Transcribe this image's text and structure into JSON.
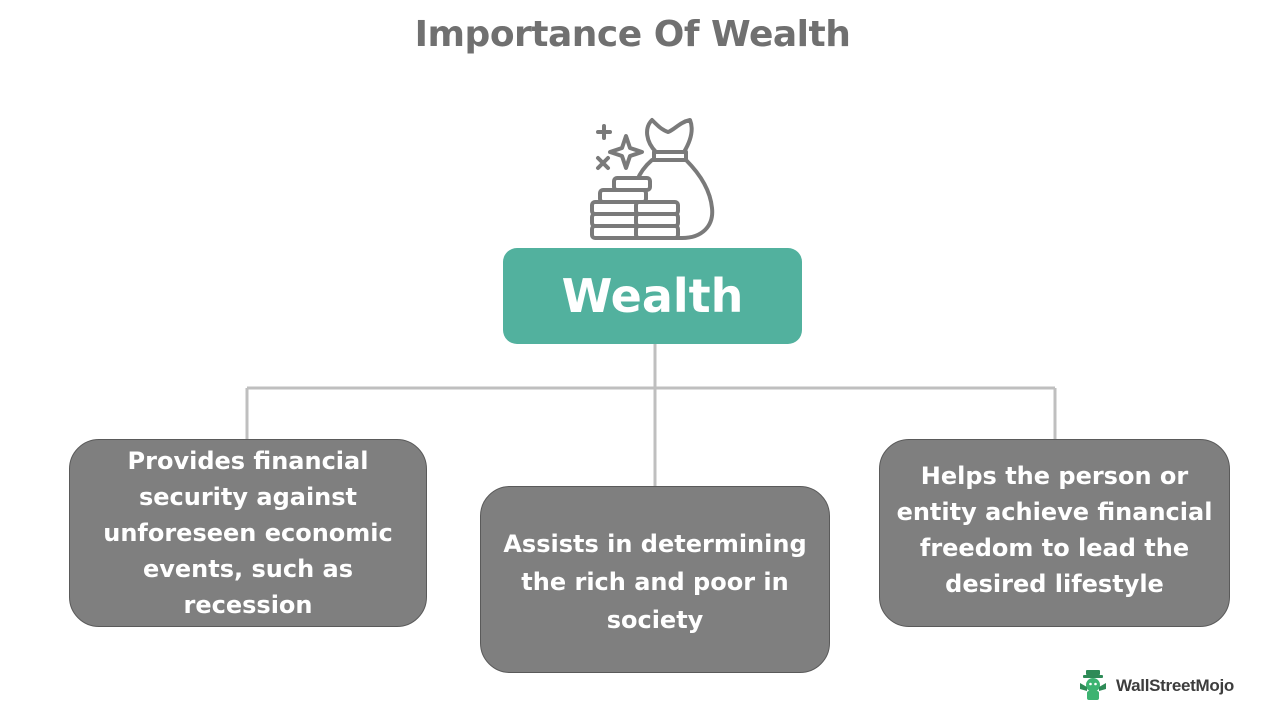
{
  "title": "Importance Of Wealth",
  "center": {
    "label": "Wealth",
    "icon": "money-bag-coins-icon",
    "color": "#52b19e"
  },
  "nodes": [
    {
      "id": "left",
      "text": "Provides financial security against unforeseen economic events, such as recession"
    },
    {
      "id": "center",
      "text": "Assists in determining the rich and poor in society"
    },
    {
      "id": "right",
      "text": "Helps the person or entity achieve financial freedom to lead the desired lifestyle"
    }
  ],
  "colors": {
    "node_fill": "#7f7f7f",
    "connector": "#bfbfbf",
    "title": "#707070"
  },
  "brand": {
    "name": "WallStreetMojo",
    "icon": "mascot-logo-icon"
  }
}
